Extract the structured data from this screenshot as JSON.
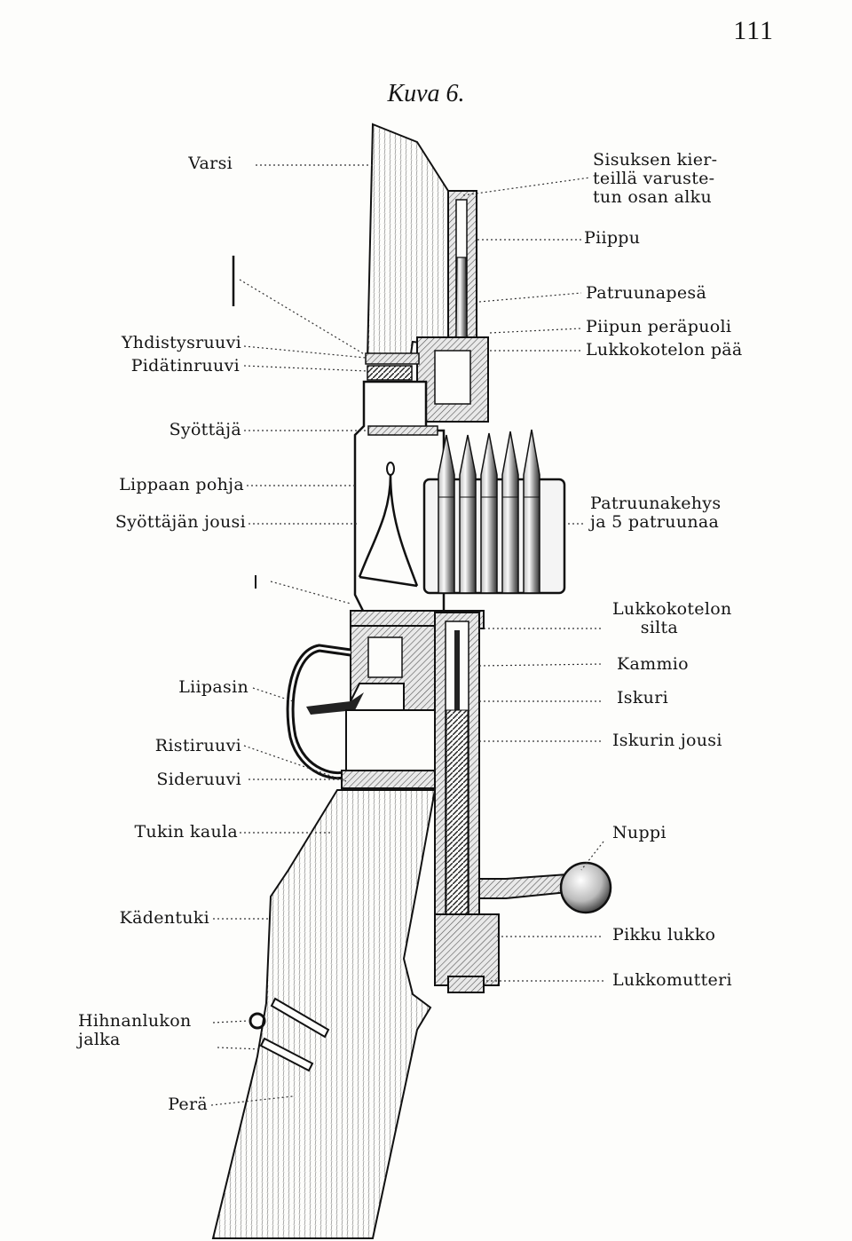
{
  "page_number": "111",
  "figure_title": "Kuva 6.",
  "labels": {
    "varsi": "Varsi",
    "yhdistysruuvi": "Yhdistysruuvi",
    "pidatinruuvi": "Pidätinruuvi",
    "syottaja": "Syöttäjä",
    "lippaan_pohja": "Lippaan pohja",
    "syottajan_jousi": "Syöttäjän jousi",
    "liipasin": "Liipasin",
    "ristiruuvi": "Ristiruuvi",
    "sideruuvi": "Sideruuvi",
    "tukin_kaula": "Tukin kaula",
    "kadentuki": "Kädentuki",
    "hihnanlukon_jalka": "Hihnanlukon\njalka",
    "pera": "Perä",
    "sisuksen": "Sisuksen kier-\nteillä varuste-\ntun osan alku",
    "piippu": "Piippu",
    "patruunapesa": "Patruunapesä",
    "piipun_perapuoli": "Piipun peräpuoli",
    "lukkokotelon_paa": "Lukkokotelon pää",
    "patruunakehys": "Patruunakehys\nja 5 patruunaa",
    "lukkokotelon_silta": "Lukkokotelon\n     silta",
    "kammio": "Kammio",
    "iskuri": "Iskuri",
    "iskurin_jousi": "Iskurin jousi",
    "nuppi": "Nuppi",
    "pikku_lukko": "Pikku lukko",
    "lukkomutteri": "Lukkomutteri"
  }
}
